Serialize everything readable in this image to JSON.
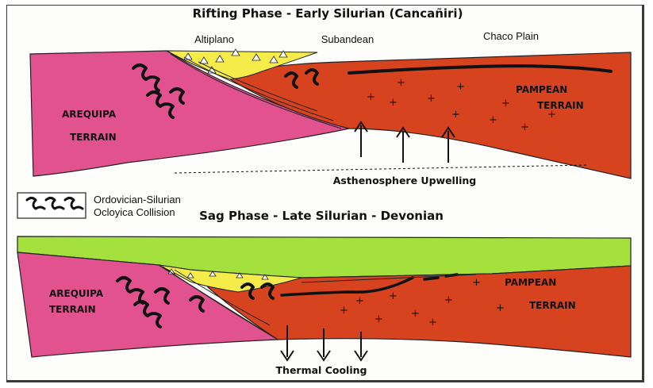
{
  "top_panel": {
    "title": "Rifting Phase - Early Silurian (Cancañiri)",
    "region_altiplano": "Altiplano",
    "region_subandean": "Subandean",
    "region_chaco": "Chaco Plain",
    "arequipa_line1": "AREQUIPA",
    "arequipa_line2": "TERRAIN",
    "pampean_line1": "PAMPEAN",
    "pampean_line2": "TERRAIN",
    "process_label": "Asthenosphere Upwelling"
  },
  "legend": {
    "line1": "Ordovician-Silurian",
    "line2": "Ocloyica Collision"
  },
  "bottom_panel": {
    "title": "Sag Phase - Late Silurian - Devonian",
    "question_mark": "?",
    "arequipa_line1": "AREQUIPA",
    "arequipa_line2": "TERRAIN",
    "pampean_line1": "PAMPEAN",
    "pampean_line2": "TERRAIN",
    "process_label": "Thermal Cooling"
  },
  "colors": {
    "arequipa": "#e2528f",
    "pampean": "#d6431e",
    "basin_fill": "#f5ec4a",
    "sag_cover": "#a5e13c",
    "ink": "#111111"
  }
}
